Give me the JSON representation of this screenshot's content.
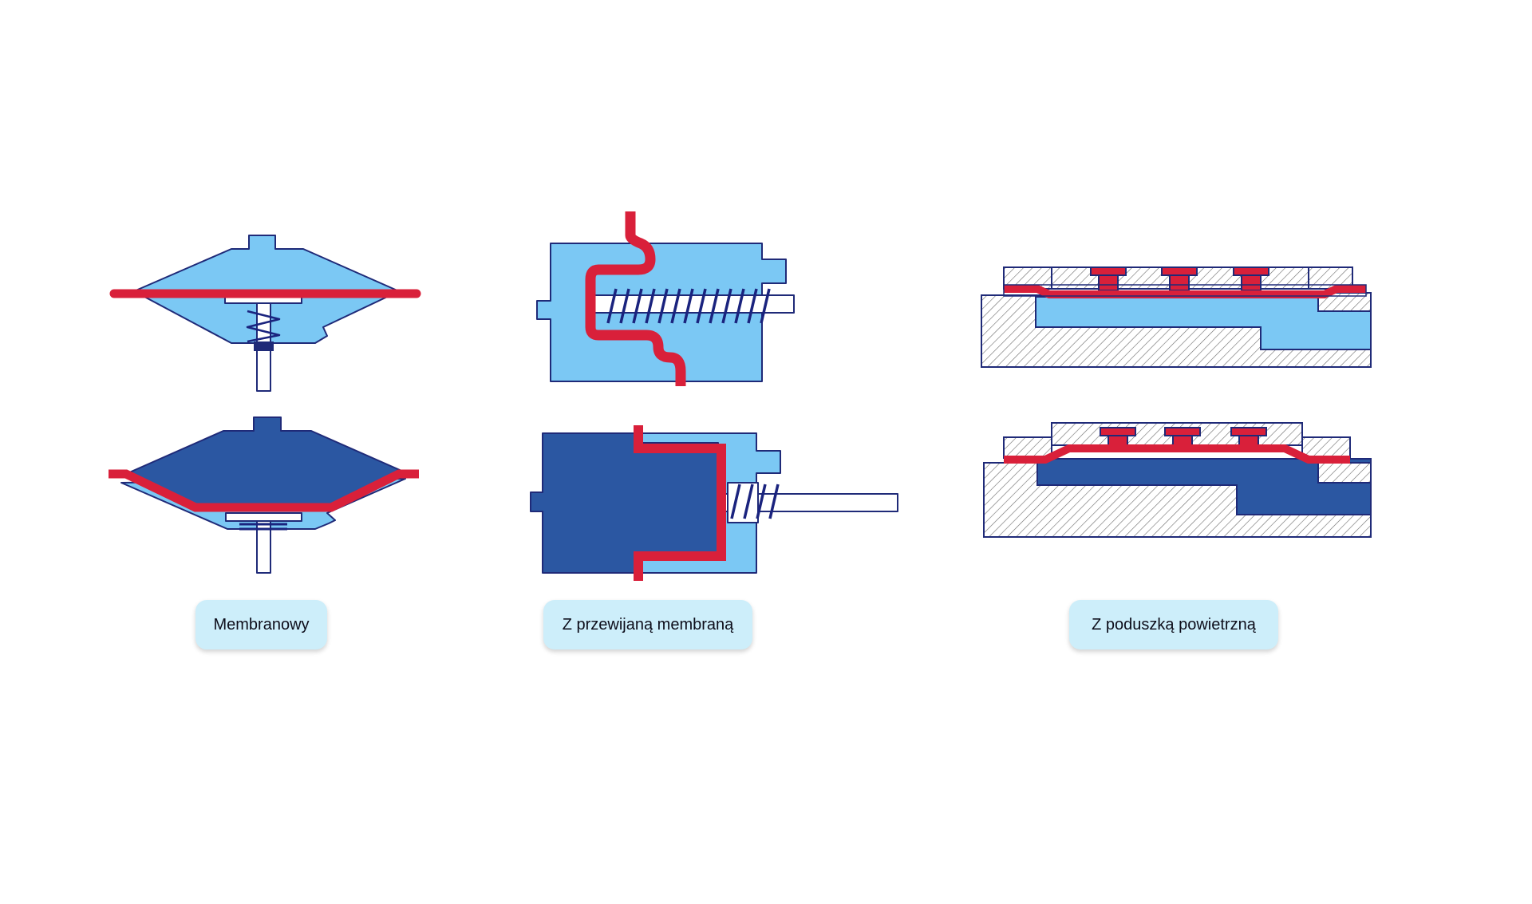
{
  "labels": {
    "membrane": "Membranowy",
    "rolling_membrane": "Z przewijaną membraną",
    "air_cushion": "Z poduszką powietrzną"
  },
  "colors": {
    "light_blue": "#7bc8f4",
    "dark_blue": "#2b57a2",
    "red": "#d9203a",
    "outline": "#1f2a78",
    "spring": "#1a237e",
    "label_bg": "#cdeefa"
  }
}
